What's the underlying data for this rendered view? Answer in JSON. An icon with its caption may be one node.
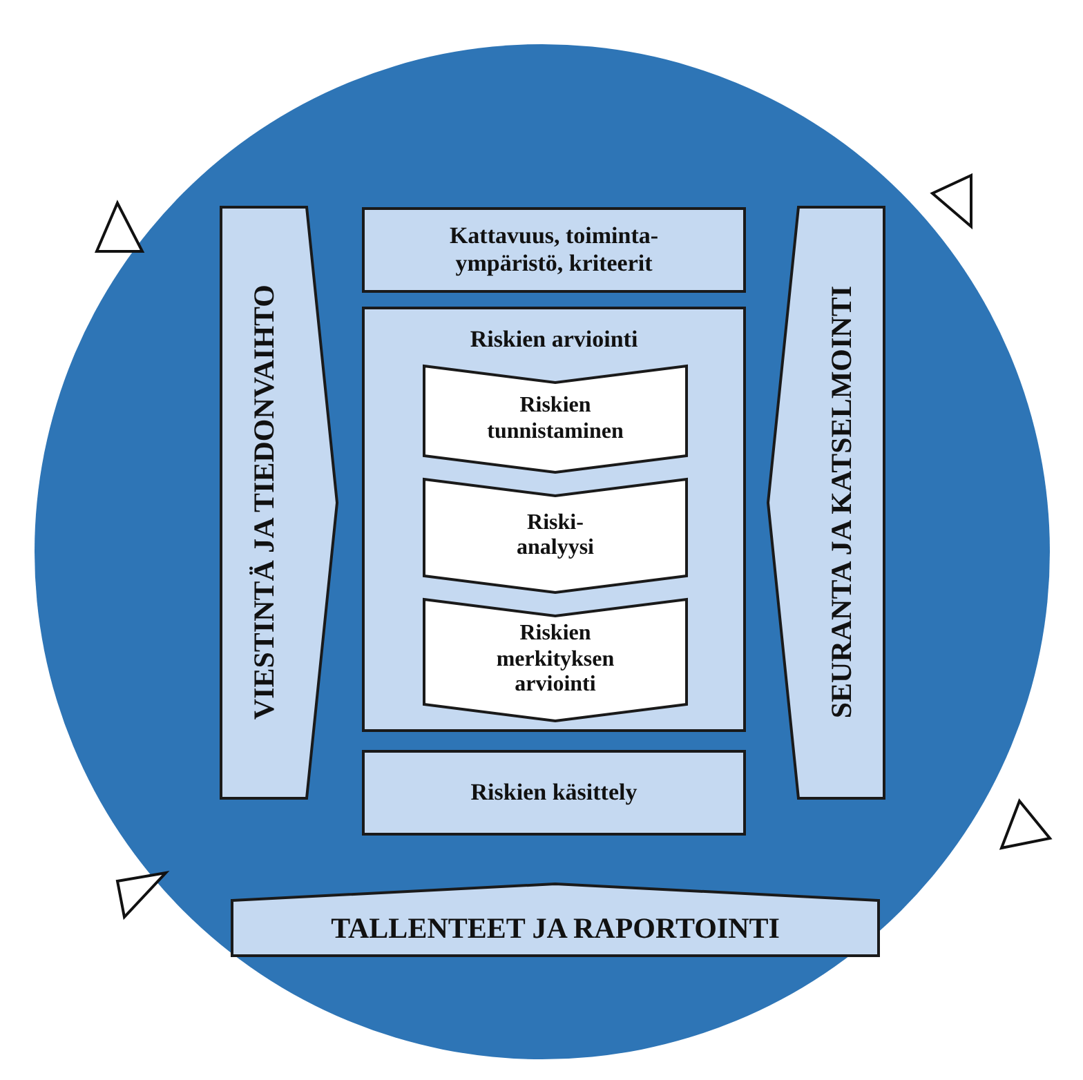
{
  "diagram": {
    "nodes": [
      {
        "text": [],
        "shape": "circle"
      },
      {
        "text": [
          "VIESTINTÄ JA TIEDONVAIHTO"
        ],
        "in": 0
      },
      {
        "text": [
          "Kattavuus, toiminta- ympäristö, kriteerit"
        ],
        "in": 0
      },
      {
        "text": [
          "Riskien arviointi"
        ],
        "in": 0
      },
      {
        "text": [
          "Riskien tunnistaminen"
        ],
        "in": 3
      },
      {
        "text": [
          "Riski- analyysi"
        ],
        "in": 3
      },
      {
        "text": [
          "Riskien merkityksen arviointi"
        ],
        "in": 3
      },
      {
        "text": [
          "Riskien käsittely"
        ],
        "in": 0
      },
      {
        "text": [
          "SEURANTA JA KATSELMOINTI"
        ],
        "in": 0
      },
      {
        "text": [
          "TALLENTEET JA RAPORTOINTI"
        ],
        "in": 0
      }
    ]
  }
}
